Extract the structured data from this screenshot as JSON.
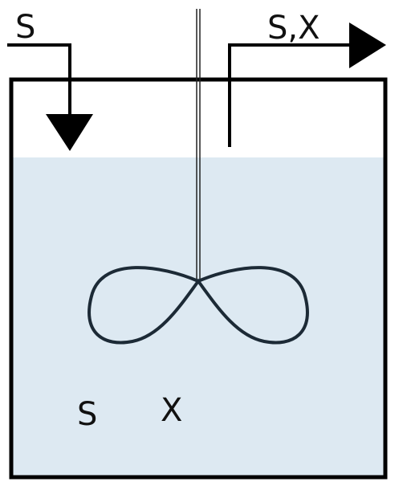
{
  "diagram": {
    "inlet_label": "S",
    "outlet_label": "S,X",
    "substrate_label": "S",
    "biomass_label": "X"
  },
  "colors": {
    "liquid": "#dde9f2",
    "stroke": "#000000",
    "impeller": "#1c2a36",
    "text": "#111111"
  },
  "icons": {
    "inlet_arrow": "arrow-down-icon",
    "outlet_arrow": "arrow-right-icon",
    "impeller": "impeller-icon"
  }
}
